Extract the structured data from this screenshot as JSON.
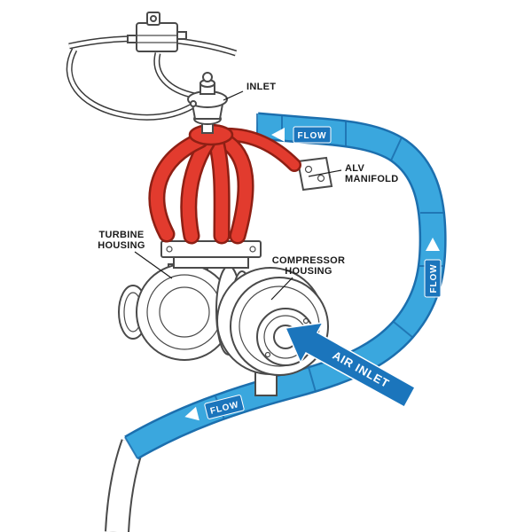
{
  "title": "Turbocharger plumbing diagram",
  "colors": {
    "pipe_blue": "#3AA7DE",
    "pipe_blue_edge": "#1C6FAE",
    "flow_badge_blue": "#1B75BC",
    "air_arrow_blue": "#1B75BC",
    "manifold_red": "#E23B2E",
    "manifold_red_edge": "#8E1F14",
    "component_fill": "#FFFFFF",
    "component_edge": "#4A4A4A",
    "label_text": "#1A1A1A",
    "flow_text": "#FFFFFF"
  },
  "labels": {
    "inlet": "INLET",
    "alv_manifold_line1": "ALV",
    "alv_manifold_line2": "MANIFOLD",
    "turbine_housing_line1": "TURBINE",
    "turbine_housing_line2": "HOUSING",
    "compressor_housing_line1": "COMPRESSOR",
    "compressor_housing_line2": "HOUSING",
    "air_inlet": "AIR INLET",
    "flow_top": "FLOW",
    "flow_right": "FLOW",
    "flow_bottom": "FLOW"
  }
}
